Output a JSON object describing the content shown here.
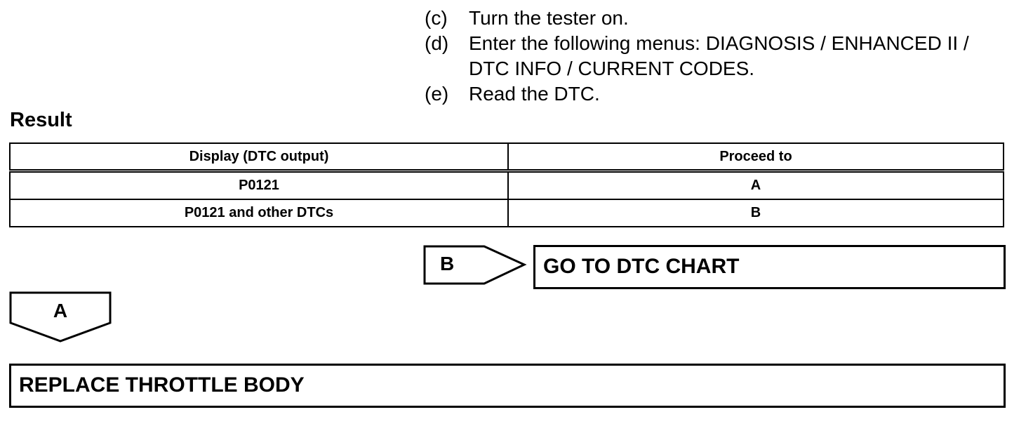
{
  "steps": [
    {
      "label": "(c)",
      "text": "Turn the tester on."
    },
    {
      "label": "(d)",
      "text": "Enter the following menus: DIAGNOSIS / ENHANCED II / DTC INFO / CURRENT CODES."
    },
    {
      "label": "(e)",
      "text": "Read the DTC."
    }
  ],
  "result": {
    "heading": "Result",
    "columns": [
      "Display (DTC output)",
      "Proceed to"
    ],
    "rows": [
      [
        "P0121",
        "A"
      ],
      [
        "P0121 and other DTCs",
        "B"
      ]
    ]
  },
  "flow": {
    "branch_b_label": "B",
    "branch_b_action": "GO TO DTC CHART",
    "branch_a_label": "A",
    "branch_a_action": "REPLACE THROTTLE BODY"
  }
}
